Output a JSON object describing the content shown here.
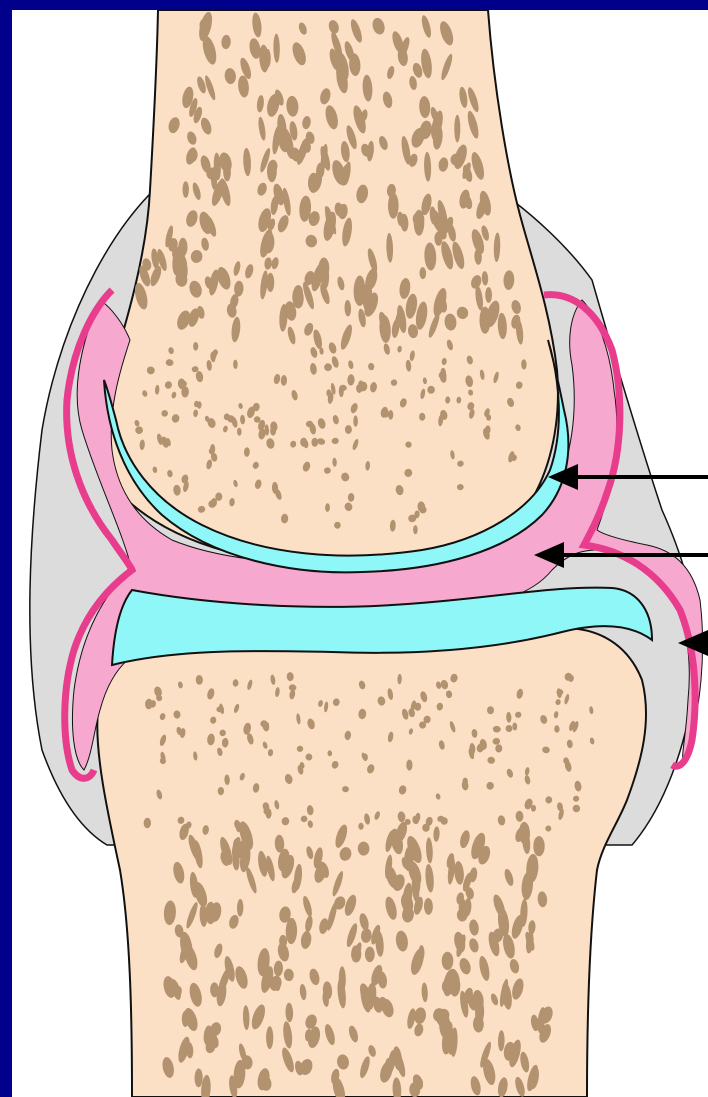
{
  "diagram": {
    "structures": [
      {
        "id": "upper-bone",
        "kind": "bone"
      },
      {
        "id": "lower-bone",
        "kind": "bone"
      },
      {
        "id": "joint-capsule",
        "kind": "capsule"
      },
      {
        "id": "synovial-membrane",
        "kind": "membrane"
      },
      {
        "id": "synovial-cavity",
        "kind": "cavity"
      },
      {
        "id": "articular-cartilage-upper",
        "kind": "cartilage"
      },
      {
        "id": "articular-cartilage-lower",
        "kind": "cartilage"
      }
    ],
    "pointer_arrows": [
      {
        "id": "arrow-cartilage",
        "label": ""
      },
      {
        "id": "arrow-cavity",
        "label": ""
      },
      {
        "id": "arrow-membrane",
        "label": ""
      }
    ],
    "colors": {
      "frame": "#00008a",
      "background": "#ffffff",
      "bone": "#fbe0c6",
      "bone_spot": "#b39270",
      "capsule": "#dcdcdc",
      "membrane": "#e83c8c",
      "cavity": "#f7a8cf",
      "cartilage": "#8ff7f7",
      "outline": "#111111"
    }
  }
}
